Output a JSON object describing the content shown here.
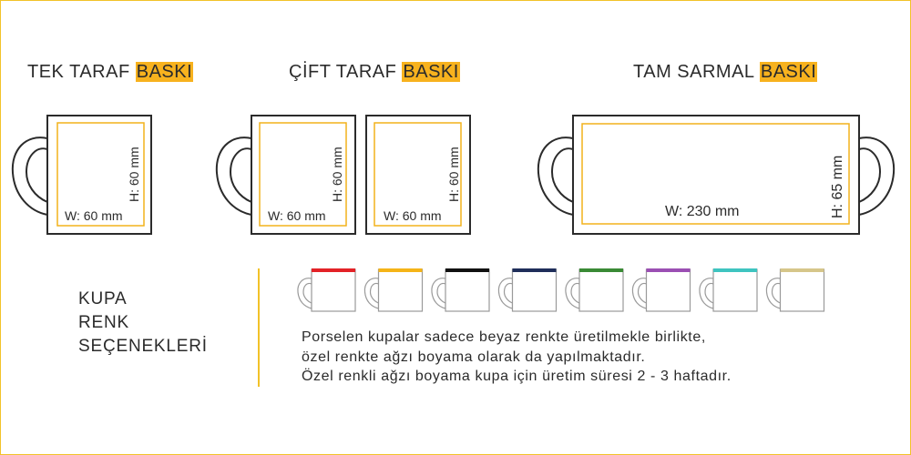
{
  "titles": {
    "single": {
      "text": "TEK TARAF ",
      "highlight": "BASKI"
    },
    "double": {
      "text": "ÇİFT TARAF ",
      "highlight": "BASKI"
    },
    "wrap": {
      "text": "TAM SARMAL ",
      "highlight": "BASKI"
    }
  },
  "dimensions": {
    "single_w": "W: 60 mm",
    "single_h": "H: 60 mm",
    "double_left_w": "W: 60 mm",
    "double_left_h": "H: 60 mm",
    "double_right_w": "W: 60 mm",
    "double_right_h": "H: 60 mm",
    "wrap_w": "W: 230 mm",
    "wrap_h": "H: 65 mm"
  },
  "color_section": {
    "label_lines": [
      "KUPA",
      "RENK",
      "SEÇENEKLERİ"
    ],
    "note_lines": [
      "Porselen kupalar sadece beyaz renkte üretilmekle birlikte,",
      "özel renkte ağzı boyama olarak da yapılmaktadır.",
      "Özel renkli ağzı boyama kupa için üretim süresi 2 - 3 haftadır."
    ],
    "rim_colors": [
      {
        "name": "red",
        "hex": "#e32227"
      },
      {
        "name": "yellow",
        "hex": "#f5b418"
      },
      {
        "name": "black",
        "hex": "#111111"
      },
      {
        "name": "navy",
        "hex": "#1f2e5a"
      },
      {
        "name": "green",
        "hex": "#3a8a35"
      },
      {
        "name": "purple",
        "hex": "#9b4fb3"
      },
      {
        "name": "turquoise",
        "hex": "#3fc4c0"
      },
      {
        "name": "beige",
        "hex": "#d6c68a"
      }
    ]
  },
  "colors": {
    "accent": "#f7b21e",
    "outline": "#2b2b2b",
    "print_area": "#f2b21c"
  }
}
